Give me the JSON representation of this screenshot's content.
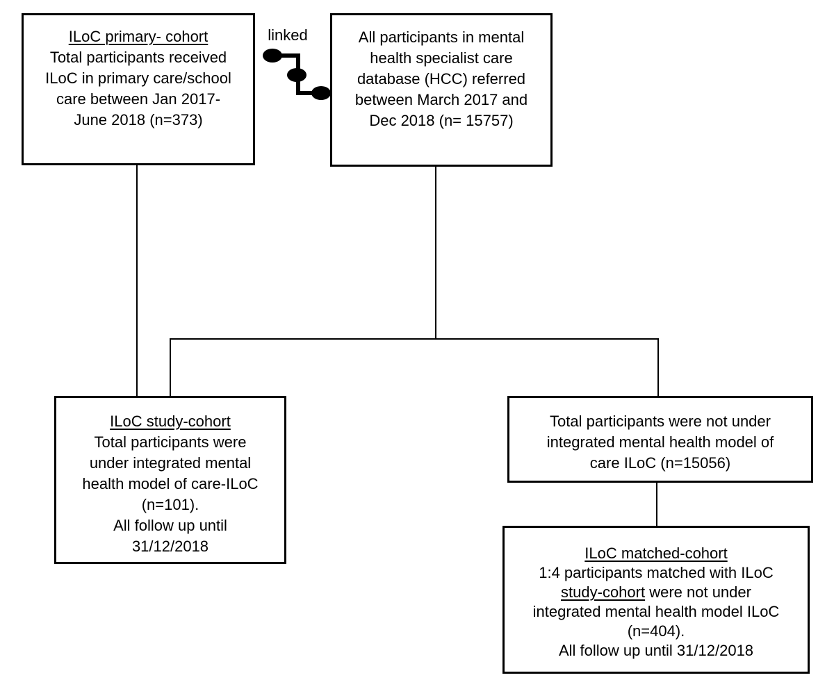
{
  "colors": {
    "line": "#000000",
    "background": "#ffffff",
    "text": "#000000"
  },
  "linked_label": "linked",
  "boxes": {
    "primary": {
      "title": "ILoC primary- cohort",
      "lines": [
        "Total participants received",
        "ILoC in primary care/school",
        "care between Jan 2017-",
        "June 2018 (n=373)"
      ]
    },
    "hcc": {
      "lines": [
        "All participants in mental",
        "health specialist care",
        "database (HCC) referred",
        "between March 2017 and",
        "Dec 2018 (n= 15757)"
      ]
    },
    "study": {
      "title": "ILoC study-cohort",
      "lines": [
        "Total participants were",
        "under integrated mental",
        "health model of care-ILoC",
        "(n=101).",
        "All follow up until",
        "31/12/2018"
      ]
    },
    "not_under": {
      "lines": [
        "Total participants were not under",
        "integrated mental health model of",
        "care ILoC (n=15056)"
      ]
    },
    "matched": {
      "title": "ILoC matched-cohort",
      "line1": "1:4 participants matched with ILoC",
      "line2_underlined": "study-cohort",
      "line2_rest": " were not under",
      "lines_rest": [
        "integrated mental health model ILoC",
        "(n=404).",
        "All follow up until 31/12/2018"
      ]
    }
  }
}
